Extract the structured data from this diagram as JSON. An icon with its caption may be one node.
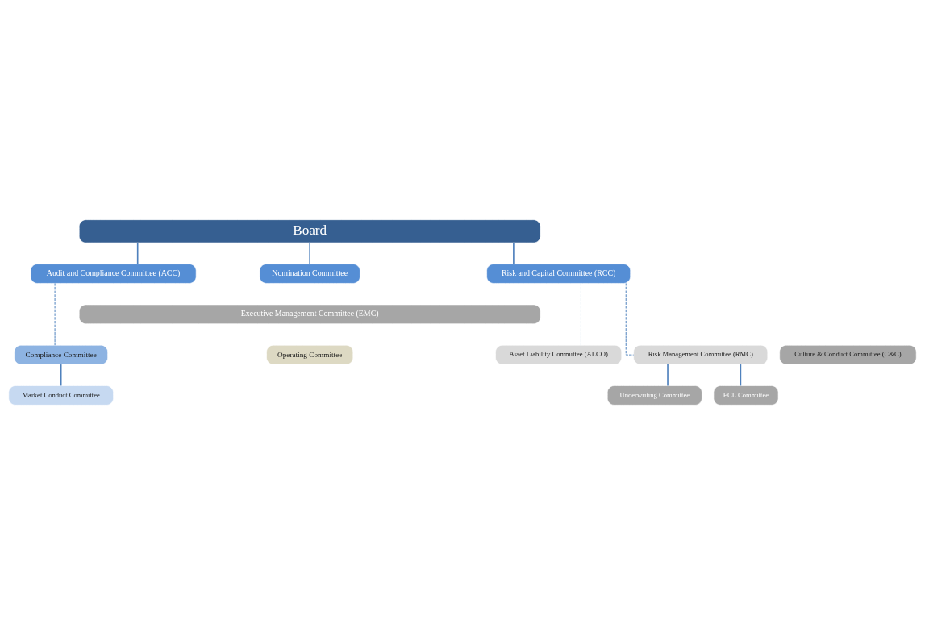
{
  "diagram": {
    "nodes": [
      {
        "text": [
          "Board"
        ]
      },
      {
        "text": [
          "Audit and Compliance Committee (ACC)"
        ]
      },
      {
        "text": [
          "Nomination Committee"
        ]
      },
      {
        "text": [
          "Risk and Capital Committee (RCC)"
        ]
      },
      {
        "text": [
          "Executive Management Committee (EMC)"
        ]
      },
      {
        "text": [
          "Compliance Committee"
        ]
      },
      {
        "text": [
          "Culture & Conduct Committee (C&C)"
        ]
      },
      {
        "text": [
          "Operating Committee"
        ]
      },
      {
        "text": [
          "Asset Liability Committee (ALCO)"
        ]
      },
      {
        "text": [
          "Risk Management Committee (RMC)"
        ]
      },
      {
        "text": [
          "Market Conduct Committee"
        ]
      },
      {
        "text": [
          "Underwriting Committee"
        ]
      },
      {
        "text": [
          "ECL Committee"
        ]
      }
    ],
    "edges": [
      {
        "from": 0,
        "to": 1,
        "arrow": "none"
      },
      {
        "from": 0,
        "to": 2,
        "arrow": "none"
      },
      {
        "from": 0,
        "to": 3,
        "arrow": "none"
      },
      {
        "from": 1,
        "to": 5,
        "arrow": "none",
        "style": "dashed"
      },
      {
        "from": 3,
        "to": 8,
        "arrow": "none",
        "style": "dashed"
      },
      {
        "from": 3,
        "to": 9,
        "arrow": "none",
        "style": "dashed"
      },
      {
        "from": 5,
        "to": 10,
        "arrow": "none"
      },
      {
        "from": 9,
        "to": 11,
        "arrow": "none"
      },
      {
        "from": 9,
        "to": 12,
        "arrow": "none"
      }
    ]
  }
}
